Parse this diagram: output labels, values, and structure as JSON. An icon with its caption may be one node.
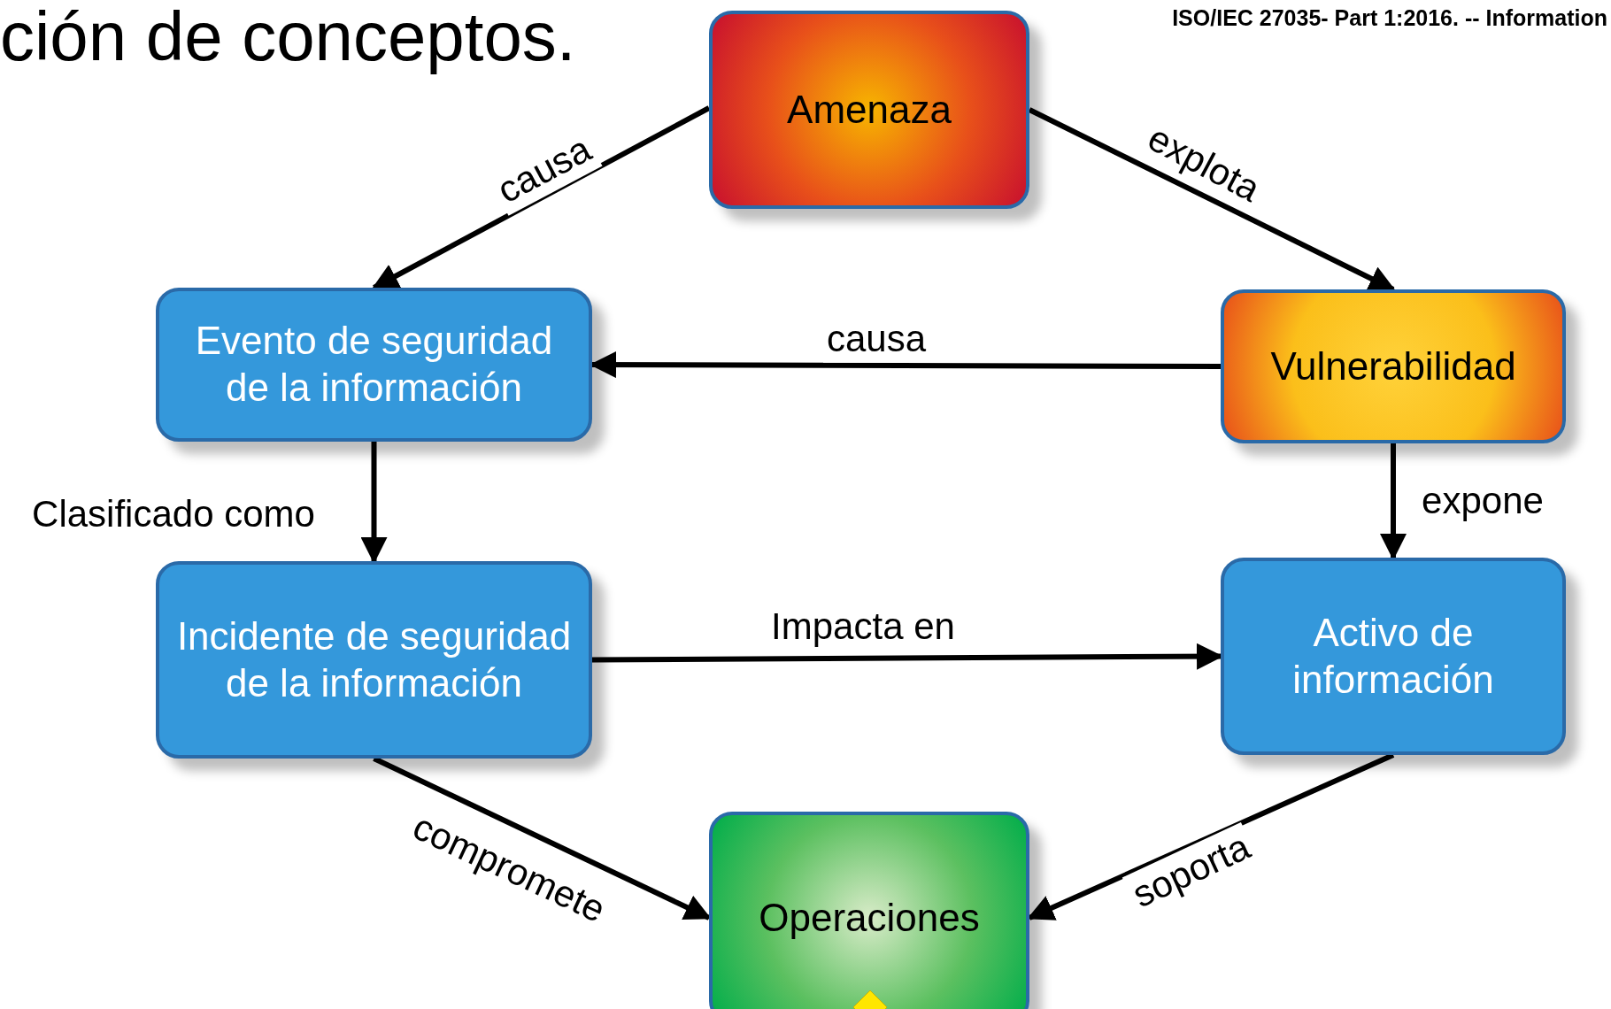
{
  "diagram": {
    "title": "ción de conceptos.",
    "nodes": [
      {
        "text": [
          "Amenaza"
        ]
      },
      {
        "text": [
          "Evento de seguridad de la información"
        ]
      },
      {
        "text": [
          "Vulnerabilidad"
        ]
      },
      {
        "text": [
          "Incidente de seguridad de la información"
        ]
      },
      {
        "text": [
          "Activo de información"
        ]
      },
      {
        "text": [
          "Operaciones"
        ]
      }
    ],
    "edges": [
      {
        "from": 0,
        "to": 1,
        "arrow": "to",
        "label": "causa"
      },
      {
        "from": 0,
        "to": 2,
        "arrow": "to",
        "label": "explota"
      },
      {
        "from": 2,
        "to": 1,
        "arrow": "to",
        "label": "causa"
      },
      {
        "from": 1,
        "to": 3,
        "arrow": "to",
        "label": "Clasificado como"
      },
      {
        "from": 2,
        "to": 4,
        "arrow": "to",
        "label": "expone"
      },
      {
        "from": 3,
        "to": 4,
        "arrow": "to",
        "label": "Impacta en"
      },
      {
        "from": 3,
        "to": 5,
        "arrow": "to",
        "label": "compromete"
      },
      {
        "from": 4,
        "to": 5,
        "arrow": "to",
        "label": "soporta"
      }
    ],
    "labels": [
      "ISO/IEC 27035- Part 1:2016. -- Information"
    ]
  }
}
